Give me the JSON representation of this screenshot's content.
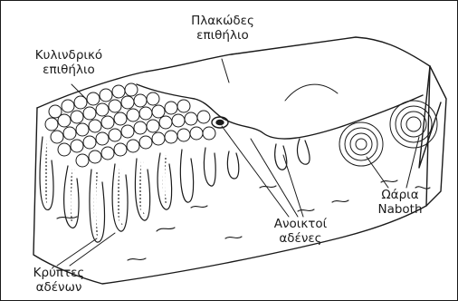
{
  "labels": {
    "squamous_epithelium": [
      "Πλακώδες",
      "επιθήλιο"
    ],
    "columnar_epithelium": [
      "Κυλινδρικό",
      "επιθήλιο"
    ],
    "open_glands": [
      "Ανοικτοί",
      "αδένες"
    ],
    "naboth_cysts": [
      "Ωάρια",
      "Naboth"
    ],
    "gland_crypts": [
      "Κρύπτες",
      "αδένων"
    ]
  },
  "colors": {
    "ink": "#1a1a1a",
    "background": "#ffffff"
  }
}
